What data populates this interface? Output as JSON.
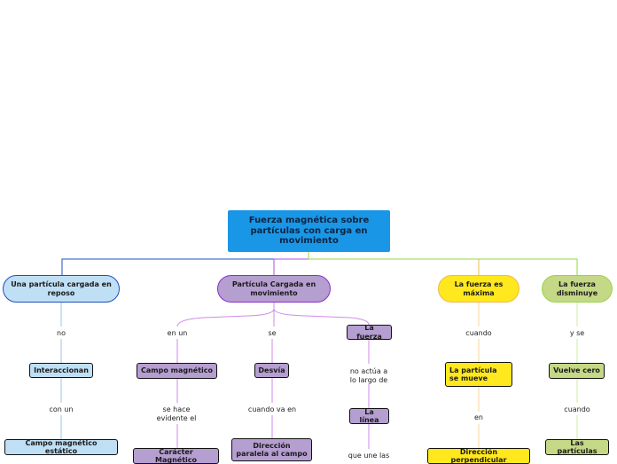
{
  "root": "Fuerza magnética sobre partículas con carga en movimiento",
  "branches": {
    "reposo": "Una partícula cargada en reposo",
    "movimiento": "Partícula Cargada en movimiento",
    "maxima": "La fuerza es máxima",
    "disminuye": "La fuerza disminuye"
  },
  "reposo_chain": {
    "l1": "no",
    "n1": "Interaccionan",
    "l2": "con un",
    "n2": "Campo magnético estático"
  },
  "movimiento_chain": {
    "l_en_un": "en un",
    "campo": "Campo magnético",
    "l_se_hace": "se hace evidente el",
    "caracter": "Carácter Magnético",
    "l_se": "se",
    "desvia": "Desvía",
    "l_cuando_va": "cuando va en",
    "direccion_paralela": "Dirección paralela al campo",
    "la_fuerza": "La fuerza",
    "l_no_actua": "no actúa a lo largo de",
    "la_linea": "La línea",
    "l_que_une": "que une las"
  },
  "maxima_chain": {
    "l_cuando": "cuando",
    "particula_mueve": "La partícula se mueve",
    "l_en": "en",
    "direccion_perpendicular": "Dirección perpendicular"
  },
  "disminuye_chain": {
    "l_y_se": "y se",
    "vuelve_cero": "Vuelve cero",
    "l_cuando": "cuando",
    "las_particulas": "Las partículas"
  },
  "colors": {
    "root": "#1a96e6",
    "blue_link": "#1f4fbf",
    "purple_link": "#b04ee0",
    "yellow_link": "#f0b84a",
    "green_link": "#8fd840",
    "blue_fill": "#bfdff5",
    "purple_fill": "#b59ed0",
    "yellow_fill": "#ffe81e",
    "green_fill": "#c5d886"
  }
}
